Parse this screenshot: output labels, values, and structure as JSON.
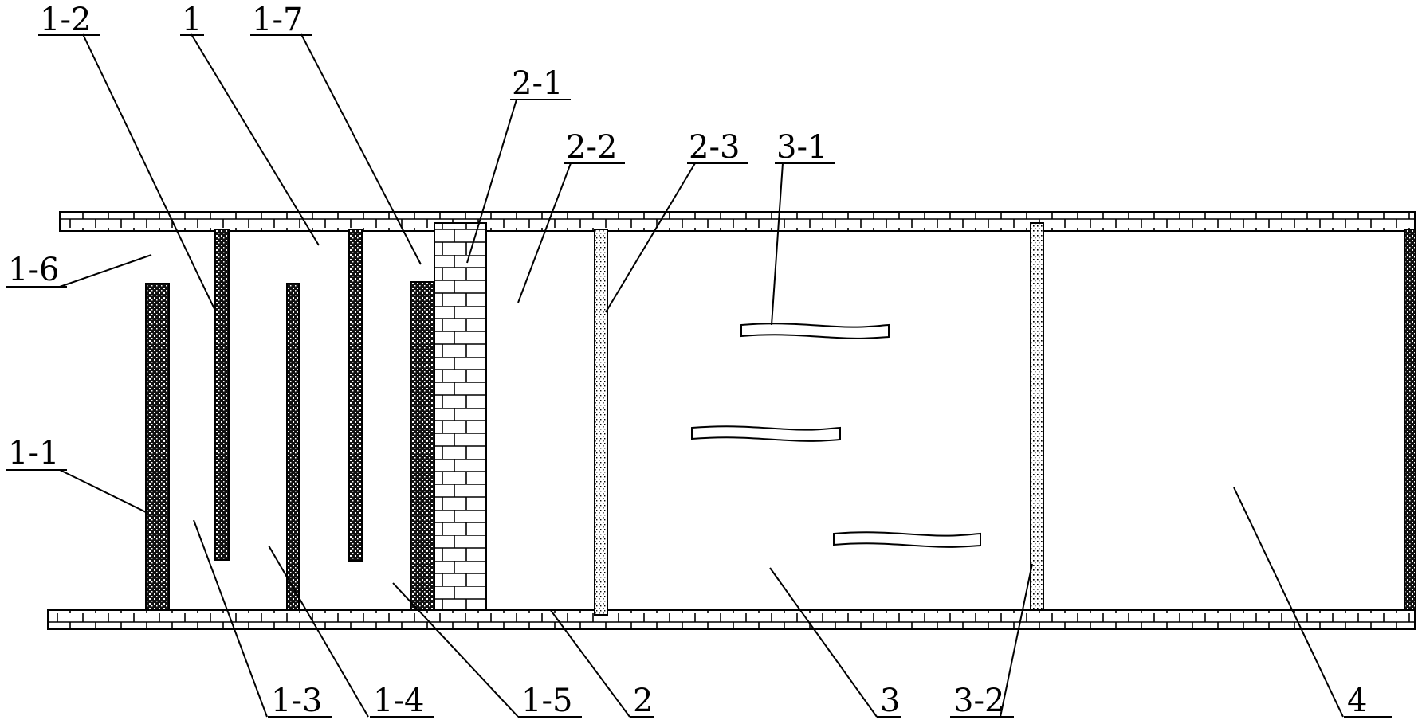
{
  "labels": {
    "l_1_2": "1-2",
    "l_1": "1",
    "l_1_7": "1-7",
    "l_2_1": "2-1",
    "l_2_2": "2-2",
    "l_2_3": "2-3",
    "l_3_1": "3-1",
    "l_1_6": "1-6",
    "l_1_1": "1-1",
    "l_1_3": "1-3",
    "l_1_4": "1-4",
    "l_1_5": "1-5",
    "l_2": "2",
    "l_3": "3",
    "l_3_2": "3-2",
    "l_4": "4"
  }
}
